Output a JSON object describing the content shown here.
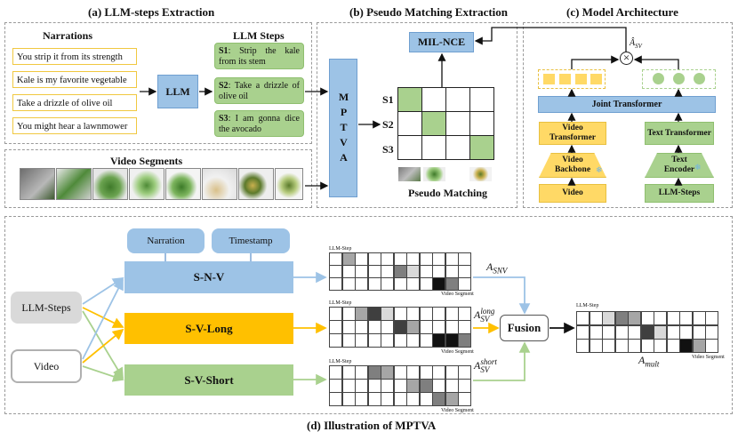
{
  "titles": {
    "a": "(a) LLM-steps Extraction",
    "b": "(b) Pseudo Matching Extraction",
    "c": "(c) Model Architecture",
    "d": "(d) Illustration of MPTVA"
  },
  "panel_a": {
    "narrations_title": "Narrations",
    "narrations": [
      "You strip it from its strength",
      "Kale is my favorite vegetable",
      "Take a drizzle of olive oil",
      "You might hear a lawnmower"
    ],
    "llm_label": "LLM",
    "llm_steps_title": "LLM Steps",
    "steps": [
      {
        "id": "S1",
        "text": ": Strip the kale from its stem"
      },
      {
        "id": "S2",
        "text": ": Take a drizzle of olive oil"
      },
      {
        "id": "S3",
        "text": ": I am gonna dice the avocado"
      }
    ],
    "video_segments_title": "Video Segments"
  },
  "panel_b": {
    "mptva_label": "MPTVA",
    "milnce_label": "MIL-NCE",
    "row_labels": [
      "S1",
      "S2",
      "S3"
    ],
    "pseudo_matching_label": "Pseudo Matching",
    "matrix": [
      [
        1,
        0,
        0,
        0
      ],
      [
        0,
        1,
        0,
        0
      ],
      [
        0,
        0,
        0,
        1
      ]
    ],
    "match_color": "#a9d18e"
  },
  "panel_c": {
    "a_sv": "Â",
    "a_sv_sub": "SV",
    "joint_transformer": "Joint Transformer",
    "video_transformer": "Video Transformer",
    "video_backbone": "Video Backbone",
    "video": "Video",
    "text_transformer": "Text Transformer",
    "text_encoder": "Text Encoder",
    "llm_steps": "LLM-Steps"
  },
  "panel_d": {
    "llm_steps": "LLM-Steps",
    "video": "Video",
    "narration": "Narration",
    "timestamp": "Timestamp",
    "snv": "S-N-V",
    "svlong": "S-V-Long",
    "svshort": "S-V-Short",
    "fusion": "Fusion",
    "llm_step_axis": "LLM-Step",
    "video_segment_axis": "Video Segment",
    "a_snv": "A",
    "a_snv_sub": "SNV",
    "a_long": "A",
    "a_long_sup": "long",
    "a_long_sub": "SV",
    "a_short": "A",
    "a_short_sup": "short",
    "a_short_sub": "SV",
    "a_mult": "A",
    "a_mult_sub": "mult",
    "colors": {
      "blue": "#9dc3e6",
      "orange": "#ffc000",
      "green": "#a9d18e",
      "gray": "#d9d9d9"
    }
  }
}
